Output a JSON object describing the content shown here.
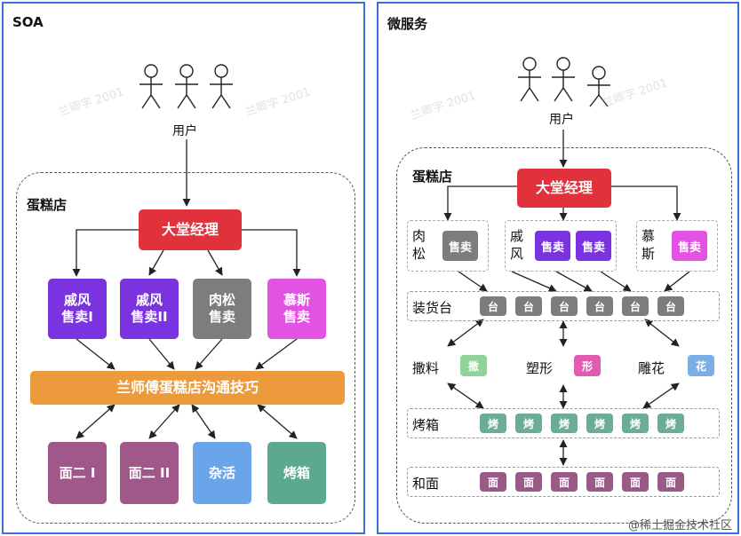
{
  "soa": {
    "title": "SOA",
    "user_label": "用户",
    "store_label": "蛋糕店",
    "manager": "大堂经理",
    "sellers": [
      "戚风\n售卖I",
      "戚风\n售卖II",
      "肉松\n售卖",
      "慕斯\n售卖"
    ],
    "comm": "兰师傅蛋糕店沟通技巧",
    "workers": [
      "面二 I",
      "面二 II",
      "杂活",
      "烤箱"
    ],
    "watermark": "兰卿字 2001"
  },
  "micro": {
    "title": "微服务",
    "user_label": "用户",
    "store_label": "蛋糕店",
    "manager": "大堂经理",
    "groups": [
      {
        "label": "肉\n松",
        "chips": [
          "售卖"
        ]
      },
      {
        "label": "戚\n风",
        "chips": [
          "售卖",
          "售卖"
        ]
      },
      {
        "label": "慕\n斯",
        "chips": [
          "售卖"
        ]
      }
    ],
    "rows": [
      {
        "label": "装货台",
        "chip": "台"
      },
      {
        "label": "烤箱",
        "chip": "烤"
      },
      {
        "label": "和面",
        "chip": "面"
      }
    ],
    "middle": [
      {
        "label": "撒料",
        "chip": "撒"
      },
      {
        "label": "塑形",
        "chip": "形"
      },
      {
        "label": "雕花",
        "chip": "花"
      }
    ],
    "watermark": "兰卿字 2001"
  },
  "colors": {
    "border": "#3b6fd8",
    "manager": "#e0313d",
    "purple": "#7a33de",
    "gray": "#7d7d7d",
    "pink": "#e353e3",
    "orange": "#ec9a3c",
    "mauve": "#a0588a",
    "blue": "#6aa5ea",
    "green": "#5da98e",
    "teal": "#6cab97",
    "chip_green": "#8fd39a",
    "chip_pink": "#e15bb3",
    "chip_blue": "#7aaee6",
    "chip_mauve": "#9a5a87"
  },
  "brand": "@稀土掘金技术社区"
}
